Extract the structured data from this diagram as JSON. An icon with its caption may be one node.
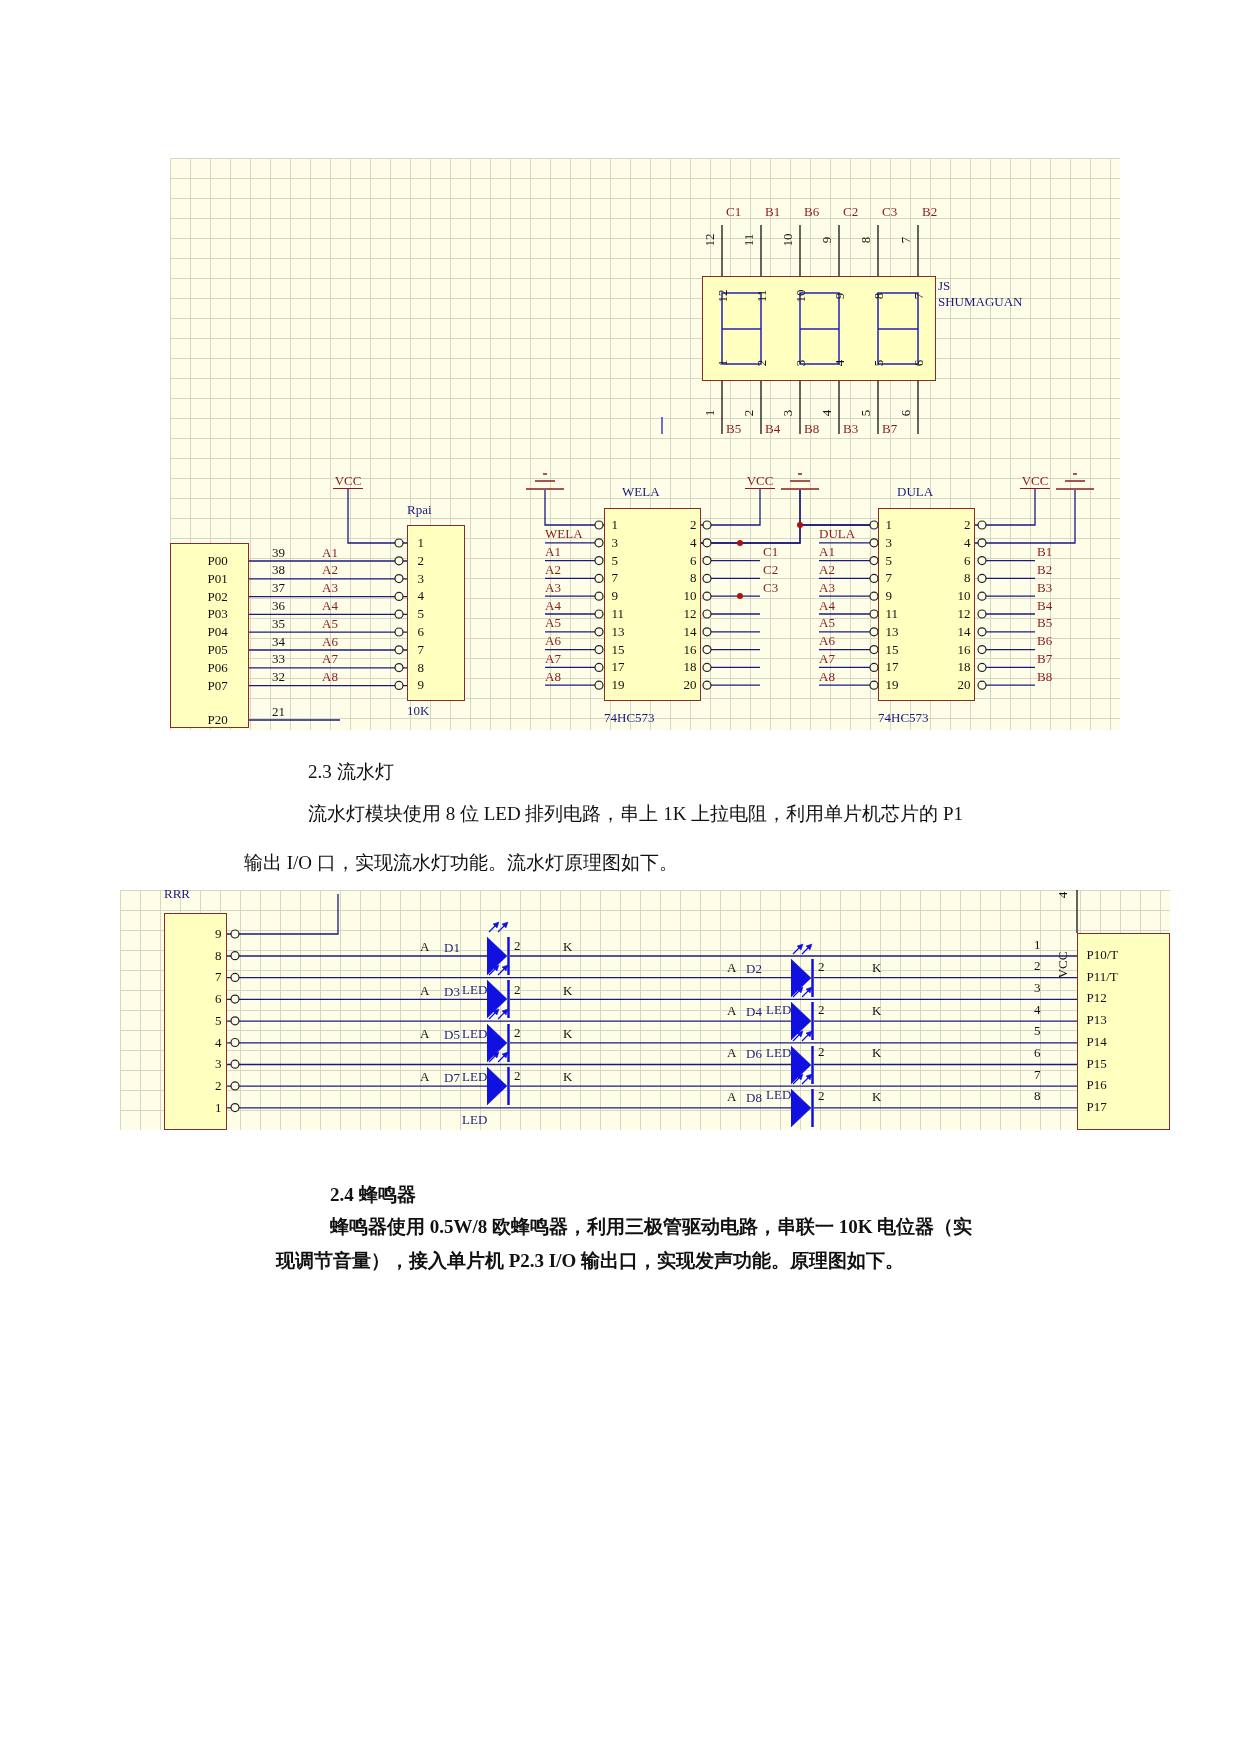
{
  "diagram": {
    "nodes": [
      {
        "text": [
          "P00",
          "P01",
          "P02",
          "P03",
          "P04",
          "P05",
          "P06",
          "P07",
          "P20"
        ]
      },
      {
        "text": [
          "Rpai",
          "1",
          "2",
          "3",
          "4",
          "5",
          "6",
          "7",
          "8",
          "9"
        ],
        "beside": [
          "10K"
        ]
      },
      {
        "text": [
          "WELA",
          "1",
          "3",
          "5",
          "7",
          "9",
          "11",
          "13",
          "15",
          "17",
          "19",
          "2",
          "4",
          "6",
          "8",
          "10",
          "12",
          "14",
          "16",
          "18",
          "20"
        ],
        "beside": [
          "74HC573",
          "WELA",
          "A1",
          "A2",
          "A3",
          "A4",
          "A5",
          "A6",
          "A7",
          "A8",
          "C1",
          "C2",
          "C3"
        ]
      },
      {
        "text": [
          "DULA",
          "1",
          "3",
          "5",
          "7",
          "9",
          "11",
          "13",
          "15",
          "17",
          "19",
          "2",
          "4",
          "6",
          "8",
          "10",
          "12",
          "14",
          "16",
          "18",
          "20"
        ],
        "beside": [
          "74HC573",
          "DULA",
          "A1",
          "A2",
          "A3",
          "A4",
          "A5",
          "A6",
          "A7",
          "A8",
          "B1",
          "B2",
          "B3",
          "B4",
          "B5",
          "B6",
          "B7",
          "B8"
        ]
      },
      {
        "text": [
          "12",
          "11",
          "10",
          "9",
          "8",
          "7",
          "1",
          "2",
          "3",
          "4",
          "5",
          "6"
        ],
        "beside": [
          "C1",
          "B1",
          "B6",
          "C2",
          "C3",
          "B2",
          "12",
          "11",
          "10",
          "9",
          "8",
          "7",
          "JS",
          "SHUMAGUAN",
          "1",
          "2",
          "3",
          "4",
          "5",
          "6",
          "B5",
          "B4",
          "B8",
          "B3",
          "B7"
        ]
      },
      {
        "text": [
          "RRR",
          "9",
          "8",
          "7",
          "6",
          "5",
          "4",
          "3",
          "2",
          "1"
        ]
      },
      {
        "text": [
          "P10/T",
          "P11/T",
          "P12",
          "P13",
          "P14",
          "P15",
          "P16",
          "P17"
        ]
      },
      {
        "text": [
          "VCC"
        ]
      },
      {
        "text": [],
        "shape": "ground"
      },
      {
        "text": [
          "VCC"
        ]
      },
      {
        "text": [],
        "shape": "ground"
      },
      {
        "text": [
          "VCC"
        ]
      },
      {
        "text": [],
        "shape": "ground"
      },
      {
        "text": [],
        "shape": "diode"
      },
      {
        "text": [],
        "shape": "diode"
      },
      {
        "text": [],
        "shape": "diode"
      },
      {
        "text": [],
        "shape": "diode"
      },
      {
        "text": [],
        "shape": "diode"
      },
      {
        "text": [],
        "shape": "diode"
      },
      {
        "text": [],
        "shape": "diode"
      },
      {
        "text": [],
        "shape": "diode"
      }
    ],
    "edges": [
      {
        "from": 0,
        "to": 1,
        "arrow": "none"
      },
      {
        "from": 0,
        "to": 1,
        "arrow": "none"
      },
      {
        "from": 0,
        "to": 1,
        "arrow": "none"
      },
      {
        "from": 0,
        "to": 1,
        "arrow": "none"
      },
      {
        "from": 0,
        "to": 1,
        "arrow": "none"
      },
      {
        "from": 0,
        "to": 1,
        "arrow": "none"
      },
      {
        "from": 0,
        "to": 1,
        "arrow": "none"
      },
      {
        "from": 0,
        "to": 1,
        "arrow": "none"
      },
      {
        "from": 5,
        "to": 13,
        "arrow": "none"
      },
      {
        "from": 13,
        "to": 6,
        "arrow": "none"
      },
      {
        "from": 5,
        "to": 14,
        "arrow": "none"
      },
      {
        "from": 14,
        "to": 6,
        "arrow": "none"
      },
      {
        "from": 5,
        "to": 15,
        "arrow": "none"
      },
      {
        "from": 15,
        "to": 6,
        "arrow": "none"
      },
      {
        "from": 5,
        "to": 16,
        "arrow": "none"
      },
      {
        "from": 16,
        "to": 6,
        "arrow": "none"
      },
      {
        "from": 5,
        "to": 17,
        "arrow": "none"
      },
      {
        "from": 17,
        "to": 6,
        "arrow": "none"
      },
      {
        "from": 5,
        "to": 18,
        "arrow": "none"
      },
      {
        "from": 18,
        "to": 6,
        "arrow": "none"
      },
      {
        "from": 5,
        "to": 19,
        "arrow": "none"
      },
      {
        "from": 19,
        "to": 6,
        "arrow": "none"
      },
      {
        "from": 5,
        "to": 20,
        "arrow": "none"
      },
      {
        "from": 20,
        "to": 6,
        "arrow": "none"
      },
      {
        "from": 7,
        "to": 1,
        "arrow": "none"
      },
      {
        "from": 8,
        "to": 2,
        "arrow": "none"
      },
      {
        "from": 9,
        "to": 2,
        "arrow": "none"
      },
      {
        "from": 10,
        "to": 2,
        "arrow": "none"
      },
      {
        "from": 10,
        "to": 3,
        "arrow": "none"
      },
      {
        "from": 2,
        "to": 3,
        "arrow": "none"
      },
      {
        "from": 11,
        "to": 3,
        "arrow": "none"
      },
      {
        "from": 12,
        "to": 3,
        "arrow": "none"
      },
      {
        "from": 0,
        "to": null,
        "arrow": "none"
      },
      {
        "from": 5,
        "to": null,
        "arrow": "none"
      }
    ],
    "labels": [
      "39",
      "38",
      "37",
      "36",
      "35",
      "34",
      "33",
      "32",
      "21",
      "A1",
      "A2",
      "A3",
      "A4",
      "A5",
      "A6",
      "A7",
      "A8",
      "2.3 流水灯",
      "流水灯模块使用 8 位 LED 排列电路，串上 1K 上拉电阻，利用单片机芯片的 P1 输出 I/O 口，实现流水灯功能。流水灯原理图如下。",
      "4",
      "VCC",
      "A",
      "D1",
      "2",
      "K",
      "A",
      "D3",
      "LED",
      "2",
      "K",
      "A",
      "D5",
      "LED",
      "2",
      "K",
      "A",
      "D7",
      "LED",
      "2",
      "K",
      "LED",
      "A",
      "D2",
      "2",
      "K",
      "A",
      "D4",
      "LED",
      "2",
      "K",
      "A",
      "D6",
      "LED",
      "2",
      "K",
      "A",
      "D8",
      "LED",
      "2",
      "K",
      "1",
      "2",
      "3",
      "4",
      "5",
      "6",
      "7",
      "8",
      "2.4 蜂鸣器",
      "蜂鸣器使用 0.5W/8 欧蜂鸣器，利用三极管驱动电路，串联一 10K 电位器（实现调节音量），接入单片机 P2.3 I/O 输出口，实现发声功能。原理图如下。"
    ]
  }
}
